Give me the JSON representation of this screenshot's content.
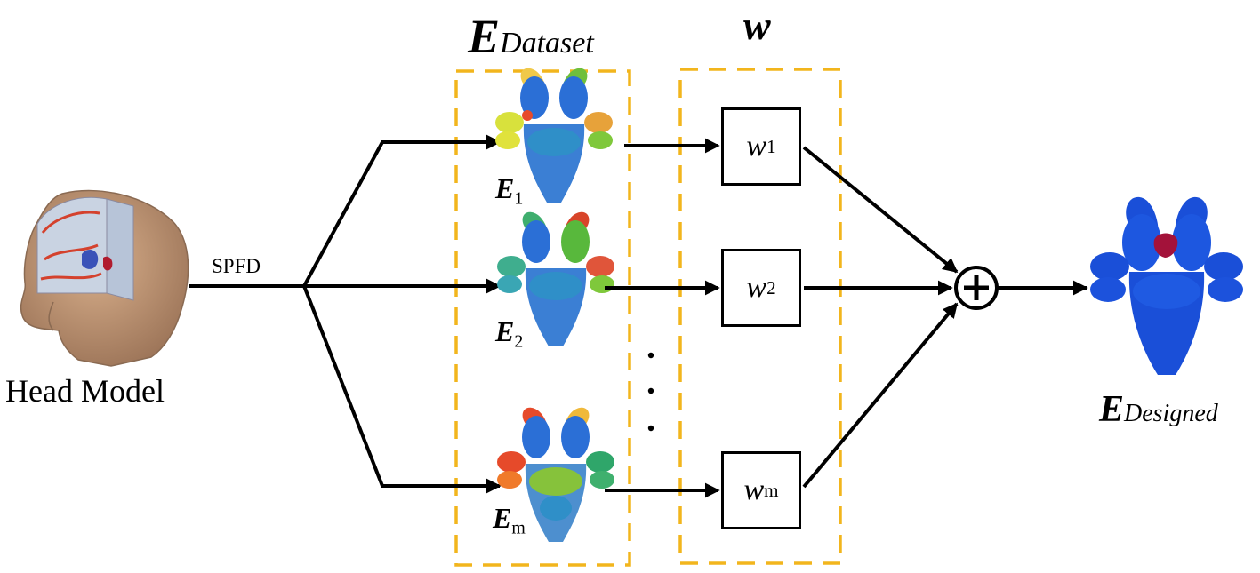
{
  "input": {
    "label": "Head Model",
    "method": "SPFD",
    "icon": "head-model-icon"
  },
  "dataset": {
    "title_main": "E",
    "title_sub": "Dataset",
    "items": [
      {
        "main": "E",
        "sub": "1",
        "colors": [
          "#f0c94a",
          "#6fbf3c",
          "#2b6fd6",
          "#e74b2a"
        ]
      },
      {
        "main": "E",
        "sub": "2",
        "colors": [
          "#3fae6e",
          "#58b83c",
          "#2b6fd6",
          "#d8452a"
        ]
      },
      {
        "main": "E",
        "sub": "m",
        "colors": [
          "#e64a2a",
          "#f0b93a",
          "#2b6fd6",
          "#7fc83b"
        ]
      }
    ]
  },
  "weights": {
    "title": "w",
    "items": [
      {
        "main": "w",
        "sub": "1"
      },
      {
        "main": "w",
        "sub": "2"
      },
      {
        "main": "w",
        "sub": "m"
      }
    ]
  },
  "sum_symbol": "+",
  "output": {
    "main": "E",
    "sub": "Designed",
    "body_color": "#1a4fd8",
    "target_color": "#a3123a"
  },
  "ellipsis": "···",
  "colors": {
    "dashed_frame": "#f2b51d",
    "arrows": "#000000"
  }
}
